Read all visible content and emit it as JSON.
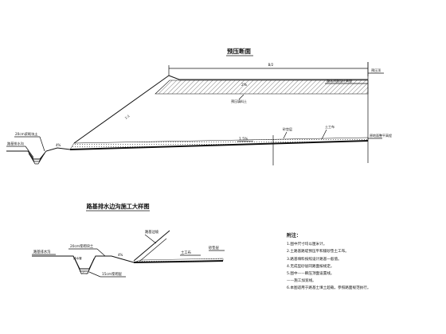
{
  "main_section": {
    "title": "预压断面",
    "top_dimension": "B/2",
    "slope_left": "2%",
    "slope_upper": "1:1",
    "slope_base": "1.5%",
    "slope_ditch": "4%",
    "label_preload_top": "预压顶",
    "label_subgrade_top": "路床顶面设计高程",
    "label_preload_soil": "预压填料土",
    "label_gravel": "砂垫层",
    "label_geotextile": "土工布",
    "label_ground_line": "原地面整平高程",
    "label_ditch_block": "20cm浆砌块土",
    "label_ditch": "路基排水沟"
  },
  "detail_section": {
    "title": "路基排水边沟施工大样图",
    "label_subgrade_slope": "路基边坡",
    "label_mortar": "20cm浆砌块土",
    "label_ditch": "路基排水沟",
    "label_bottom_mortar": "15cm浆砌层",
    "label_drain_pipe": "排水管",
    "label_geotextile": "土工布",
    "label_gravel": "砂垫层",
    "slope_ditch": "4%"
  },
  "notes": {
    "header": "附注：",
    "items": [
      "1.图中尺寸均以厘米计。",
      "2.土路基路堤预压平和铺砂垫土工布。",
      "3.路基填料按照设计路基一般值。",
      "4.无成型砂层同路面按规定。",
      "5.图中——瞬压顶面设置线。",
      "   ——施工加宽线。",
      "6.本图适用于路基土填土超载，参照路面规范执行。"
    ]
  }
}
